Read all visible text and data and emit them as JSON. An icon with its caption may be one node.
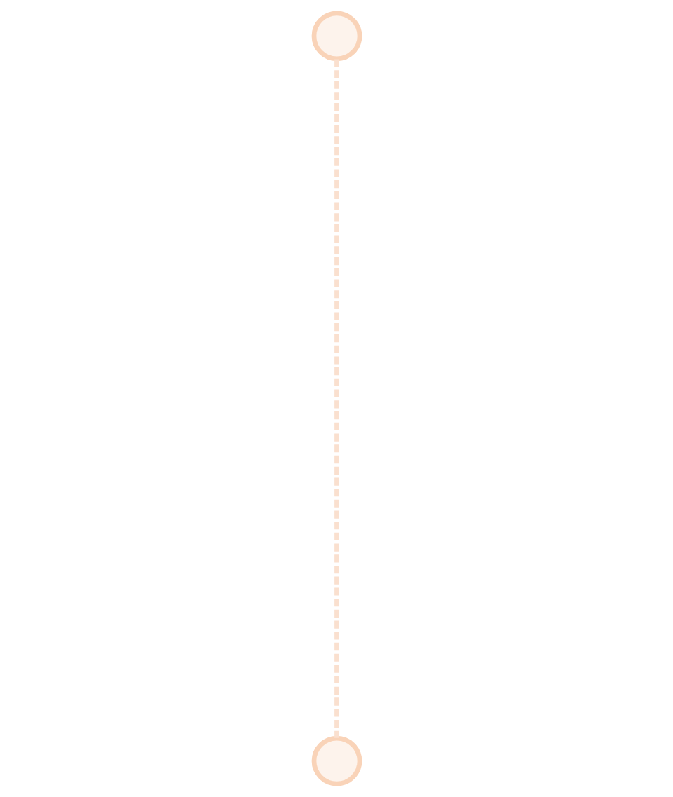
{
  "diagram": {
    "nodes": [
      {
        "text": [],
        "shape": "circle"
      },
      {
        "text": [],
        "shape": "circle"
      }
    ],
    "edges": [
      {
        "from": 0,
        "to": 1,
        "arrow": "none",
        "style": "dashed"
      }
    ]
  }
}
